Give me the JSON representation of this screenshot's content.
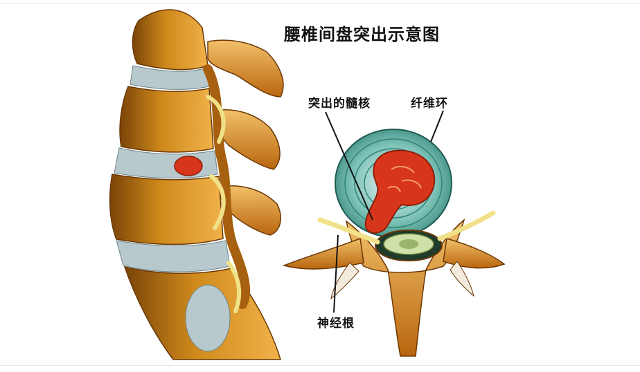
{
  "diagram": {
    "title": "腰椎间盘突出示意图",
    "labels": {
      "nucleus": "突出的髓核",
      "annulus": "纤维环",
      "nerve_root": "神经根"
    }
  },
  "colors": {
    "bone": "#d08a1c",
    "bone_dark": "#8a4a0a",
    "disc": "#a9c4c8",
    "annulus": "#5fb7a8",
    "nucleus": "#d8361a",
    "nerve": "#f1e28a"
  }
}
